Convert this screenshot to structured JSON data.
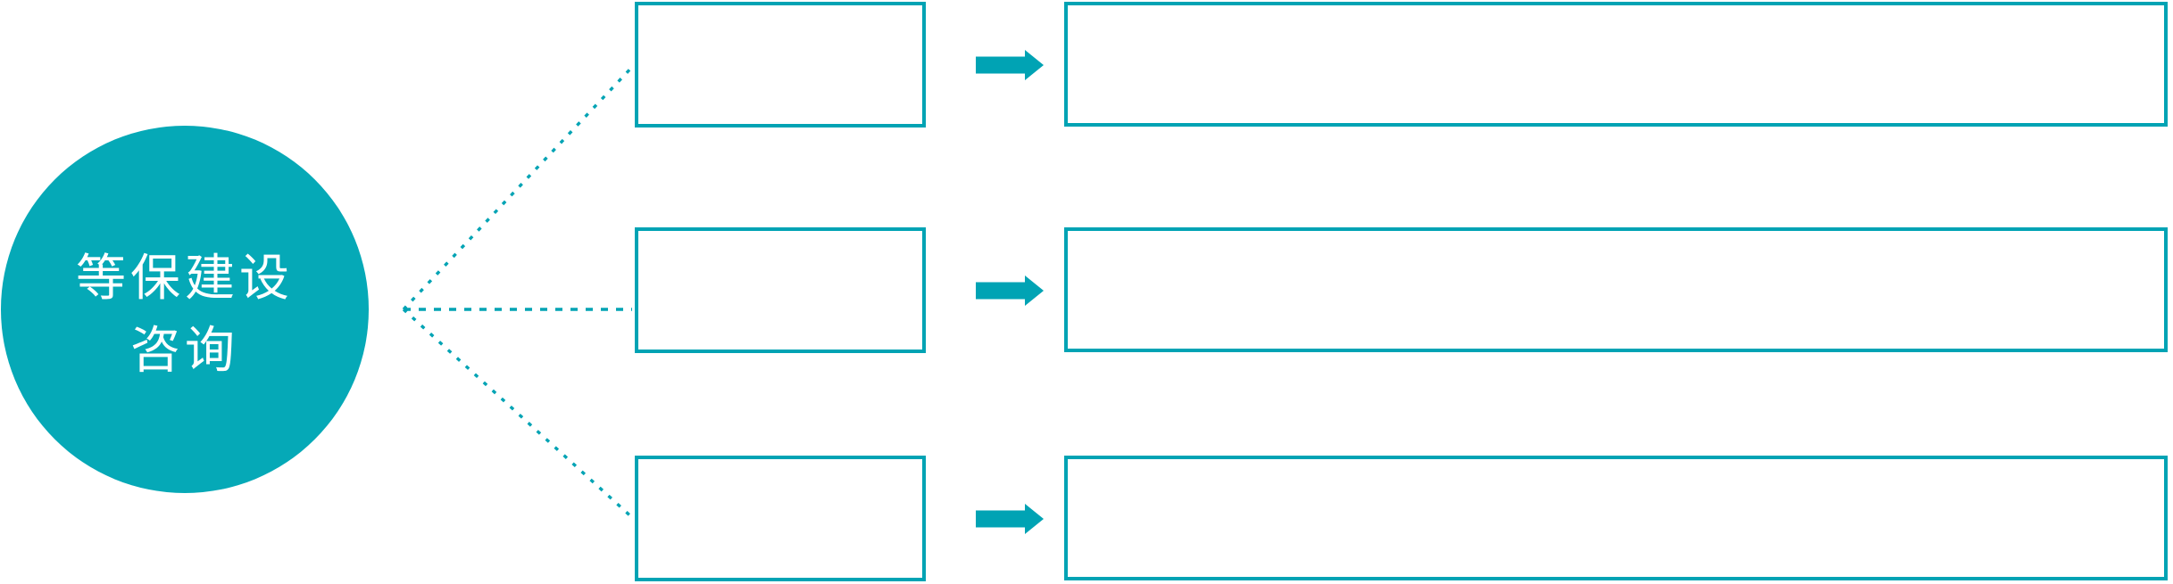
{
  "circle": {
    "label_line1": "等保建设",
    "label_line2": "咨询"
  },
  "rows": [
    {
      "id": "row-1",
      "small_box_text": "",
      "big_box_text": ""
    },
    {
      "id": "row-2",
      "small_box_text": "",
      "big_box_text": ""
    },
    {
      "id": "row-3",
      "small_box_text": "",
      "big_box_text": ""
    }
  ],
  "icons": {
    "arrow": "arrow-right-icon",
    "connector": "dotted-connector"
  },
  "colors": {
    "teal": "#00A3B4",
    "circle_fill": "#05A9B7",
    "label_text": "#FFFFFF",
    "background": "#FFFFFF"
  }
}
